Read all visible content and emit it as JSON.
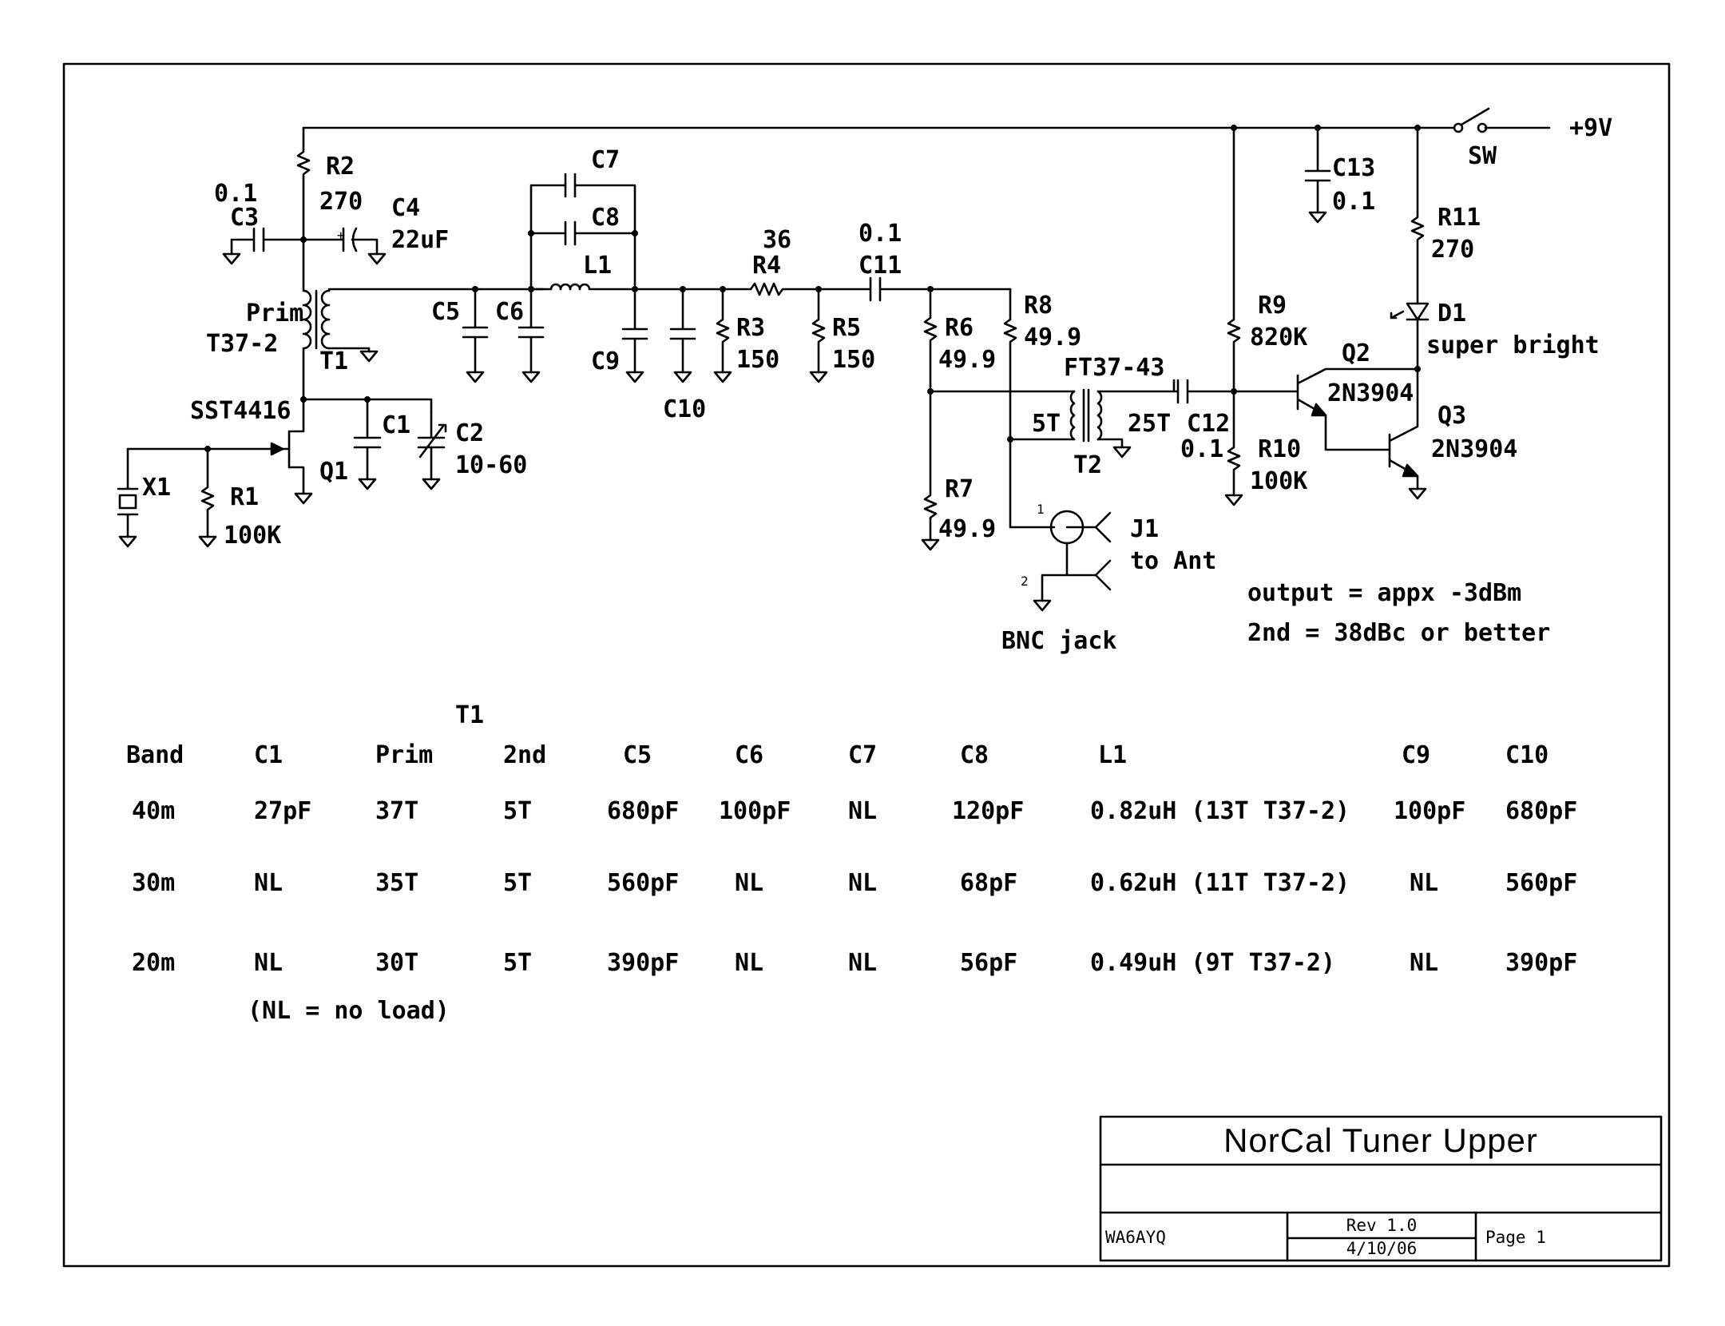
{
  "power": {
    "supply": "+9V",
    "switch": "SW"
  },
  "components": {
    "R1": {
      "ref": "R1",
      "value": "100K"
    },
    "R2": {
      "ref": "R2",
      "value": "270"
    },
    "R3": {
      "ref": "R3",
      "value": "150"
    },
    "R4": {
      "ref": "R4",
      "value": "36"
    },
    "R5": {
      "ref": "R5",
      "value": "150"
    },
    "R6": {
      "ref": "R6",
      "value": "49.9"
    },
    "R7": {
      "ref": "R7",
      "value": "49.9"
    },
    "R8": {
      "ref": "R8",
      "value": "49.9"
    },
    "R9": {
      "ref": "R9",
      "value": "820K"
    },
    "R10": {
      "ref": "R10",
      "value": "100K"
    },
    "R11": {
      "ref": "R11",
      "value": "270"
    },
    "C1": {
      "ref": "C1"
    },
    "C2": {
      "ref": "C2",
      "value": "10-60"
    },
    "C3": {
      "ref": "C3",
      "value": "0.1"
    },
    "C4": {
      "ref": "C4",
      "value": "22uF"
    },
    "C5": {
      "ref": "C5"
    },
    "C6": {
      "ref": "C6"
    },
    "C7": {
      "ref": "C7"
    },
    "C8": {
      "ref": "C8"
    },
    "C9": {
      "ref": "C9"
    },
    "C10": {
      "ref": "C10"
    },
    "C11": {
      "ref": "C11",
      "value": "0.1"
    },
    "C12": {
      "ref": "C12",
      "value": "0.1"
    },
    "C13": {
      "ref": "C13",
      "value": "0.1"
    },
    "L1": {
      "ref": "L1"
    },
    "T1": {
      "ref": "T1",
      "core": "T37-2",
      "winding": "Prim"
    },
    "T2": {
      "ref": "T2",
      "core": "FT37-43",
      "prim": "5T",
      "sec": "25T"
    },
    "Q1": {
      "ref": "Q1",
      "part": "SST4416"
    },
    "Q2": {
      "ref": "Q2",
      "part": "2N3904"
    },
    "Q3": {
      "ref": "Q3",
      "part": "2N3904"
    },
    "D1": {
      "ref": "D1",
      "note": "super bright"
    },
    "X1": {
      "ref": "X1"
    },
    "J1": {
      "ref": "J1",
      "note": "to Ant",
      "type": "BNC jack",
      "pin1": "1",
      "pin2": "2"
    }
  },
  "notes": {
    "output": "output = appx -3dBm",
    "harmonic": "2nd = 38dBc or better"
  },
  "table": {
    "group_label": "T1",
    "headers": [
      "Band",
      "C1",
      "Prim",
      "2nd",
      "C5",
      "C6",
      "C7",
      "C8",
      "L1",
      "C9",
      "C10"
    ],
    "rows": [
      [
        "40m",
        "27pF",
        "37T",
        "5T",
        "680pF",
        "100pF",
        "NL",
        "120pF",
        "0.82uH (13T T37-2)",
        "100pF",
        "680pF"
      ],
      [
        "30m",
        "NL",
        "35T",
        "5T",
        "560pF",
        "NL",
        "NL",
        "68pF",
        "0.62uH (11T T37-2)",
        "NL",
        "560pF"
      ],
      [
        "20m",
        "NL",
        "30T",
        "5T",
        "390pF",
        "NL",
        "NL",
        "56pF",
        "0.49uH (9T T37-2)",
        "NL",
        "390pF"
      ]
    ],
    "footnote": "(NL = no load)"
  },
  "title_block": {
    "title": "NorCal Tuner Upper",
    "author": "WA6AYQ",
    "rev": "Rev 1.0",
    "date": "4/10/06",
    "page": "Page 1"
  }
}
